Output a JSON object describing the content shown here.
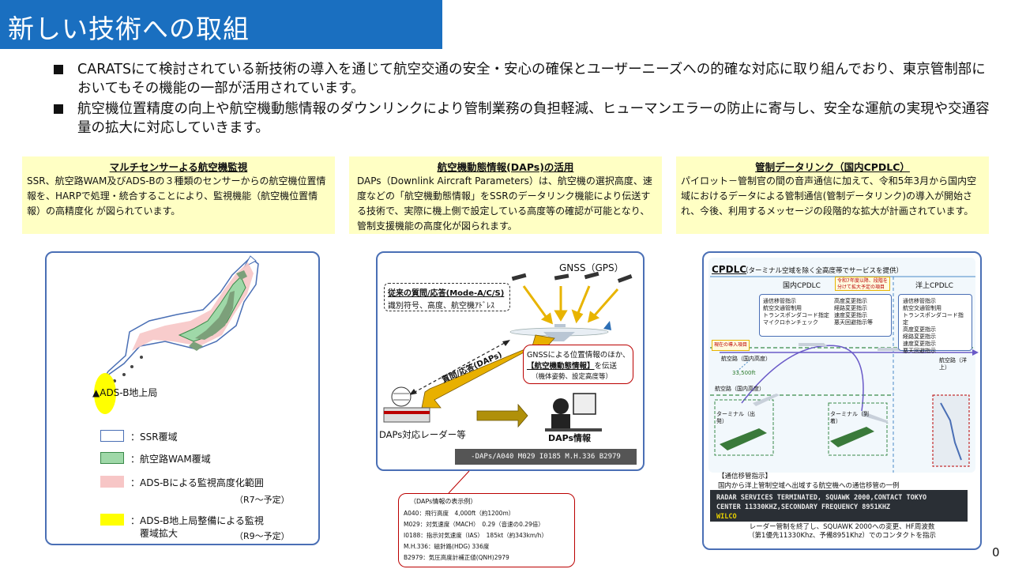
{
  "title": "新しい技術への取組",
  "bullets": [
    "CARATSにて検討されている新技術の導入を通じて航空交通の安全・安心の確保とユーザーニーズへの的確な対応に取り組んでおり、東京管制部においてもその機能の一部が活用されています。",
    "航空機位置精度の向上や航空機動態情報のダウンリンクにより管制業務の負担軽減、ヒューマンエラーの防止に寄与し、安全な運航の実現や交通容量の拡大に対応していきます。"
  ],
  "boxes": [
    {
      "heading": "マルチセンサーよる航空機監視",
      "body": "SSR、航空路WAM及びADS-Bの３種類のセンサーからの航空機位置情報を、HARPで処理・統合することにより、監視機能（航空機位置情報）の高精度化 が図られています。"
    },
    {
      "heading": "航空機動態情報(DAPs)の活用",
      "body": "DAPs（Downlink Aircraft Parameters）は、航空機の選択高度、速度などの「航空機動態情報」をSSRのデータリンク機能により伝送する技術で、実際に機上側で設定している高度等の確認が可能となり、管制支援機能の高度化が図られます。"
    },
    {
      "heading": "管制データリンク（国内CPDLC）",
      "body": "パイロット－管制官の間の音声通信に加えて、令和5年3月から国内空域におけるデータによる管制通信(管制データリンク)の導入が開始され、今後、利用するメッセージの段階的な拡大が計画されています。"
    }
  ],
  "map": {
    "station_label": "▲ADS-B地上局",
    "legend": [
      {
        "label": "：SSR覆域",
        "color": "#ffffff",
        "border": "#4a6fb5"
      },
      {
        "label": "：航空路WAM覆域",
        "color": "#9fd8a8",
        "border": "#3a8a4a"
      },
      {
        "label": "：ADS-Bによる監視高度化範囲",
        "color": "#f7c6c6",
        "border": "#f7c6c6"
      },
      {
        "label": "：ADS-B地上局整備による監視",
        "label2": "覆域拡大",
        "color": "#ffff00",
        "border": "#ffff00"
      }
    ],
    "note_r7": "（R7～予定）",
    "note_r9": "（R9～予定）"
  },
  "daps": {
    "gnss": "GNSS（GPS）",
    "old_title": "従来の質問/応答(Mode-A/C/S)",
    "old_body": "識別符号、高度、航空機ｱﾄﾞﾚｽ",
    "arrow_label": "質問/応答(DAPs)",
    "callout1": "GNSSによる位置情報のほか、",
    "callout2_a": "【航空機動態情報】",
    "callout2_b": "を伝送",
    "callout3": "（機体姿勢、設定高度等）",
    "radar_label": "DAPs対応レーダー等",
    "screen_label": "DAPs情報",
    "code_strip": "-DAPs/A040 M029 I0185 M.H.336 B2979",
    "example_title": "（DAPs情報の表示例）",
    "example_lines": [
      "A040：飛行高度　4,000ft（約1200m）",
      "M029：対気速度（MACH）　0.29（音速の0.29倍）",
      "I0188：指示対気速度（IAS）　185kt（約343km/h）",
      "M.H.336：磁針路(HDG) 336度",
      "B2979：気圧高度計補正値(QNH)2979"
    ]
  },
  "cpdlc": {
    "title": "CPDLC",
    "title_note": "（ターミナル空域を除く全高度帯でサービスを提供）",
    "domestic": "国内CPDLC",
    "oceanic": "洋上CPDLC",
    "red_note": "令和7年度以降、段階を分けて拡大予定の項目",
    "current_note": "現在の導入項目",
    "dom_list_a": [
      "通信移管指示",
      "航空交通管制用",
      "トランスポンダコード指定",
      "マイクロホンチェック"
    ],
    "dom_list_b": [
      "高度変更指示",
      "経路変更指示",
      "速度変更指示",
      "悪天回避指示等"
    ],
    "oce_list": [
      "通信移管指示",
      "航空交通管制用",
      "トランスポンダコード指定",
      "高度変更指示",
      "経路変更指示",
      "速度変更指示",
      "悪天回避指示"
    ],
    "route_dom": "航空路（国内高度）",
    "route_dom2": "航空路（国内高度）",
    "fl": "33,500ft",
    "route_oce": "航空路（洋上）",
    "term_dep": "ターミナル（出発）",
    "term_arr": "ターミナル（到着）",
    "handoff_title": "【通信移管指示】",
    "handoff_desc": "国内から洋上管制空域へ出域する航空機への通信移管の一例",
    "msg_lines": [
      "RADAR SERVICES TERMINATED, SQUAWK 2000,CONTACT TOKYO",
      "CENTER 11330KHZ,SECONDARY FREQUENCY 8951KHZ"
    ],
    "wilco": "WILCO",
    "caption1": "レーダー管制を終了し、SQUAWK 2000への変更、HF周波数",
    "caption2": "（第1優先11330Khz、予備8951Khz）でのコンタクトを指示"
  },
  "page_number": "0"
}
